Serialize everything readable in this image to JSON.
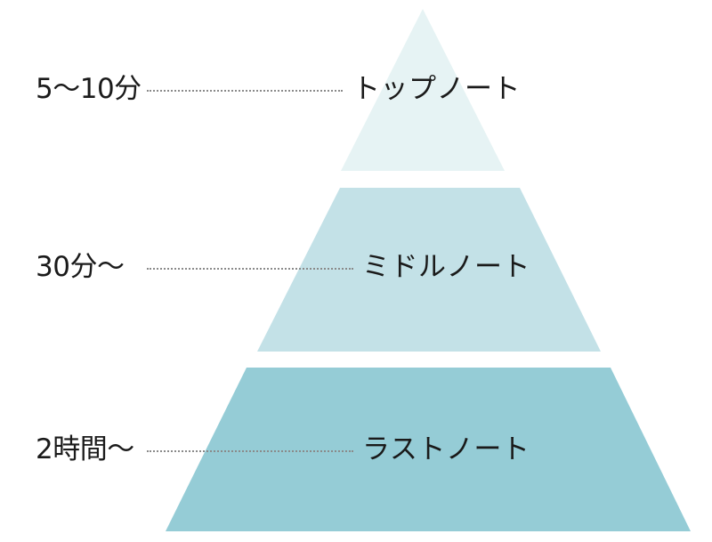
{
  "tiers": [
    {
      "time": "5〜10分",
      "note": "トップノート",
      "color": "#e6f3f4"
    },
    {
      "time": "30分〜",
      "note": "ミドルノート",
      "color": "#c3e1e7"
    },
    {
      "time": "2時間〜",
      "note": "ラストノート",
      "color": "#95ccd6"
    }
  ],
  "colors": {
    "text": "#1a1a1a",
    "leader": "#8a8a8a"
  }
}
